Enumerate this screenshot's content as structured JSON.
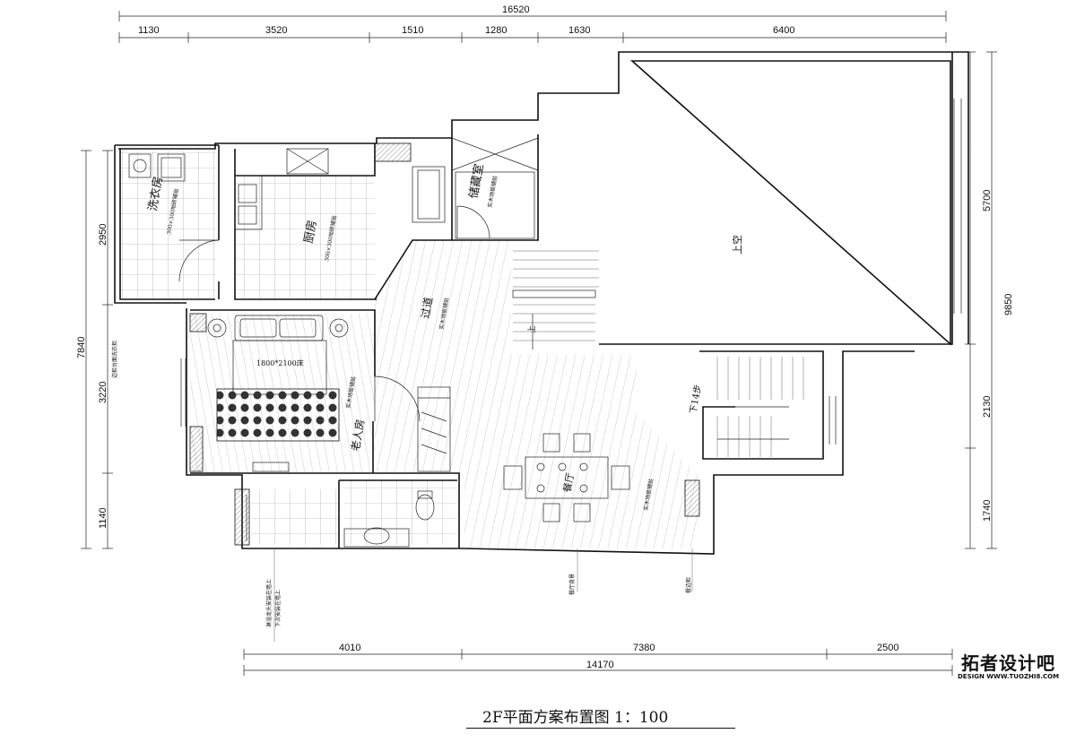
{
  "title": "2F平面方案布置图 1：100",
  "watermark": {
    "brand": "拓者设计吧",
    "sub": "DESIGN  WWW.TUOZHI8.COM"
  },
  "dimensions": {
    "top_total": "16520",
    "top_segments": [
      "1130",
      "3520",
      "1510",
      "1280",
      "1630",
      "6400"
    ],
    "bottom_total": "14170",
    "bottom_segments": [
      "4010",
      "7380",
      "2500"
    ],
    "left_total": "7840",
    "left_segments": [
      "2950",
      "3220",
      "1140"
    ],
    "right_total": "9850",
    "right_segments": [
      "5700",
      "2130",
      "1740"
    ]
  },
  "rooms": {
    "laundry": "洗衣房",
    "kitchen": "厨房",
    "storage": "储藏室",
    "void": "上空",
    "corridor": "过道",
    "elder_room": "老人房",
    "dining": "餐厅",
    "stair_up": "上",
    "stair_down": "下14步"
  },
  "notes": {
    "laundry_floor": "300×300地砖铺贴",
    "kitchen_floor": "300×300地砖铺贴",
    "storage_floor": "实木地板铺贴",
    "corridor_floor": "实木地板铺贴",
    "elder_floor": "实木地板铺贴",
    "dining_floor": "实木地板铺贴",
    "bed": "1800*2100床",
    "dining_cabinet": "餐厅背景",
    "side_cabinet": "餐边柜",
    "left_note": "边柜台面洗衣柜",
    "bath_note1": "淋浴龙头安装在墙上",
    "bath_note2": "下次安装在墙上"
  }
}
